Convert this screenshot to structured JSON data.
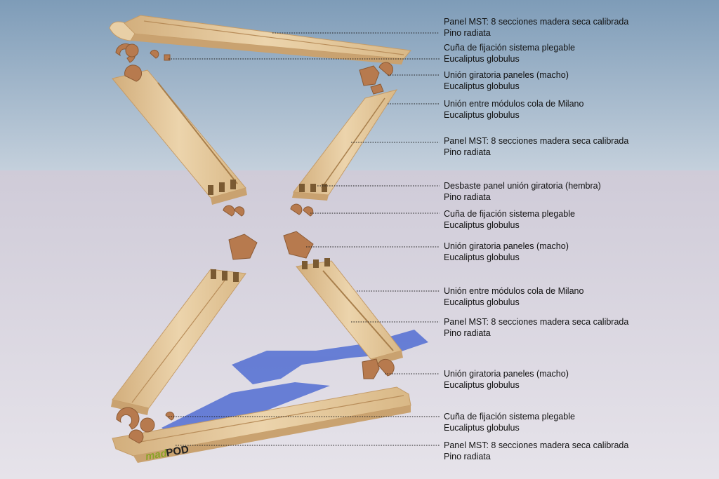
{
  "callouts": [
    {
      "label": "Panel MST: 8 secciones madera seca calibrada",
      "material": "Pino radiata"
    },
    {
      "label": "Cuña de fijación sistema plegable",
      "material": "Eucaliptus globulus"
    },
    {
      "label": "Unión giratoria paneles (macho)",
      "material": "Eucaliptus globulus"
    },
    {
      "label": "Unión entre módulos cola de Milano",
      "material": "Eucaliptus globulus"
    },
    {
      "label": "Panel MST: 8 secciones madera seca calibrada",
      "material": "Pino radiata"
    },
    {
      "label": "Desbaste panel unión giratoria (hembra)",
      "material": "Pino radiata"
    },
    {
      "label": "Cuña de fijación sistema plegable",
      "material": "Eucaliptus globulus"
    },
    {
      "label": "Unión giratoria paneles (macho)",
      "material": "Eucaliptus globulus"
    },
    {
      "label": "Unión entre módulos cola de Milano",
      "material": "Eucaliptus globulus"
    },
    {
      "label": "Panel MST: 8 secciones madera seca calibrada",
      "material": "Pino radiata"
    },
    {
      "label": "Unión giratoria paneles (macho)",
      "material": "Eucaliptus globulus"
    },
    {
      "label": "Cuña de fijación sistema plegable",
      "material": "Eucaliptus globulus"
    },
    {
      "label": "Panel MST: 8 secciones madera seca calibrada",
      "material": "Pino radiata"
    }
  ],
  "logo": {
    "part1": "mad",
    "part2": "POD"
  },
  "colors": {
    "sky_top": "#7e9cb8",
    "sky_bottom": "#c4d0dc",
    "floor_top": "#cfcbd8",
    "floor_bottom": "#e6e3ea",
    "pine": "#e2c49a",
    "pine_edge": "#c59c68",
    "eucalyptus": "#b77a4e",
    "shadow": "#3f5fd0",
    "leader": "#222222",
    "logo_green": "#8aa326",
    "logo_dark": "#222222"
  }
}
